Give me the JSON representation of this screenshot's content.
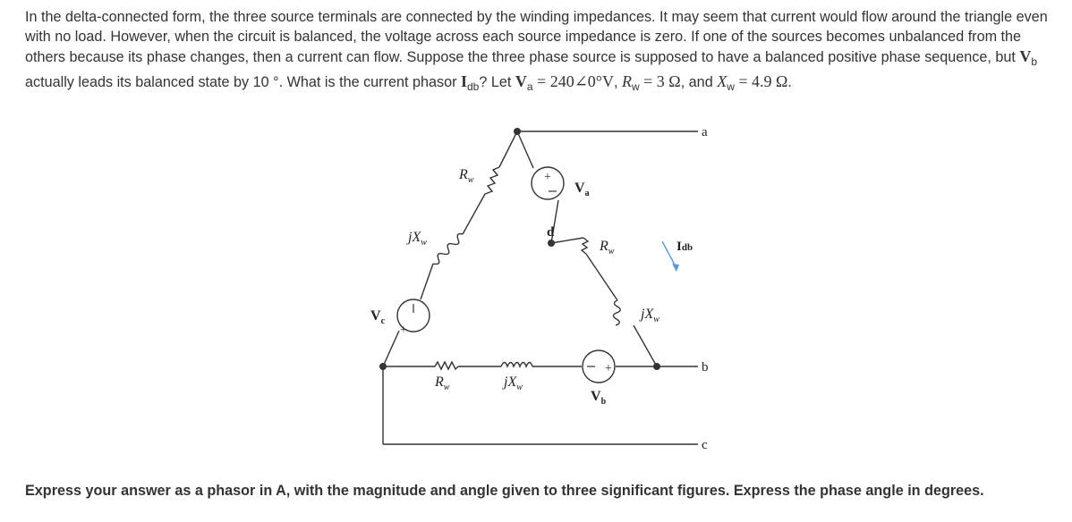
{
  "problem": {
    "s1": "In the delta-connected form, the three source terminals are connected by the winding impedances. It may seem that current would flow around the triangle even with no load. However, when the circuit is balanced, the voltage across each source impedance is zero. If one of the sources becomes unbalanced from the others because its phase changes, then a current can flow. Suppose the three phase source is supposed to have a balanced positive phase sequence, but ",
    "vb_symbol": "V",
    "vb_sub": "b",
    "s2": " actually leads its balanced state by 10 °. What is the current phasor ",
    "idb_symbol": "I",
    "idb_sub": "db",
    "s3": "? Let ",
    "va_symbol": "V",
    "va_sub": "a",
    "va_value": " = 240∠0°V",
    "sep1": ", ",
    "rw_symbol": "R",
    "rw_sub": "w",
    "rw_value": " = 3 Ω",
    "sep2": ", and ",
    "xw_symbol": "X",
    "xw_sub": "w",
    "xw_value": " = 4.9 Ω",
    "end": "."
  },
  "circuit": {
    "terminal_a": "a",
    "terminal_b": "b",
    "terminal_c": "c",
    "node_d": "d",
    "source_a_label": "V",
    "source_a_sub": "a",
    "source_b_label": "V",
    "source_b_sub": "b",
    "source_c_label": "V",
    "source_c_sub": "c",
    "rw_label": "R",
    "rw_label_sub": "w",
    "jxw_label": "jX",
    "jxw_label_sub": "w",
    "current_label": "I",
    "current_sub": "db",
    "plus": "+",
    "minus": "−",
    "wire_color": "#333333",
    "arrow_color": "#5b9bd5"
  },
  "footer": {
    "instruction": "Express your answer as a phasor in A, with the magnitude and angle given to three significant figures. Express the phase angle in degrees."
  }
}
